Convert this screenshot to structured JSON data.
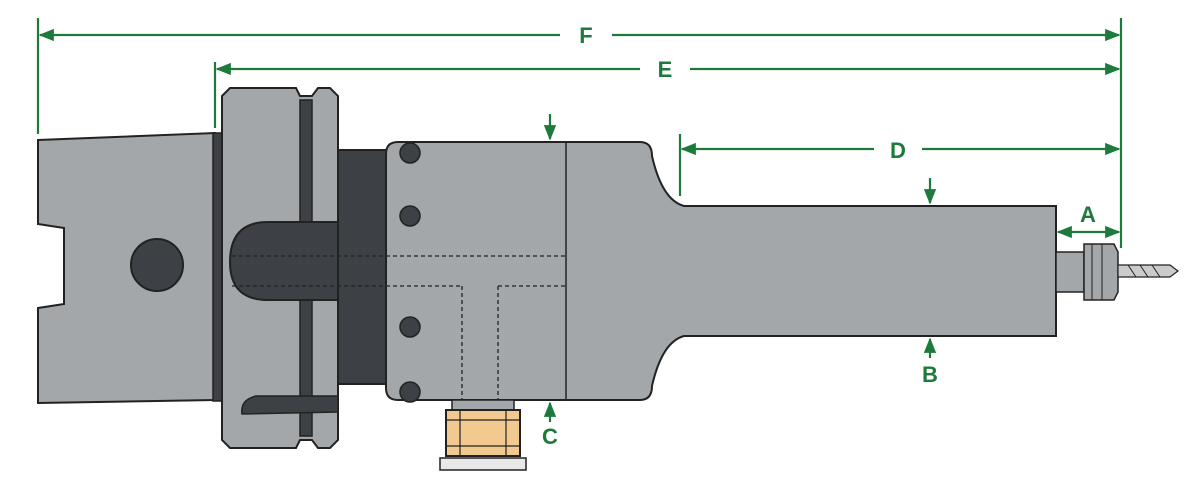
{
  "dimensions": {
    "A": "A",
    "B": "B",
    "C": "C",
    "D": "D",
    "E": "E",
    "F": "F"
  },
  "colors": {
    "dimension": "#1e7a3c",
    "body": "#a3a7a9",
    "dark": "#3d4044",
    "outline": "#222222",
    "nut": "#f2c98e"
  }
}
